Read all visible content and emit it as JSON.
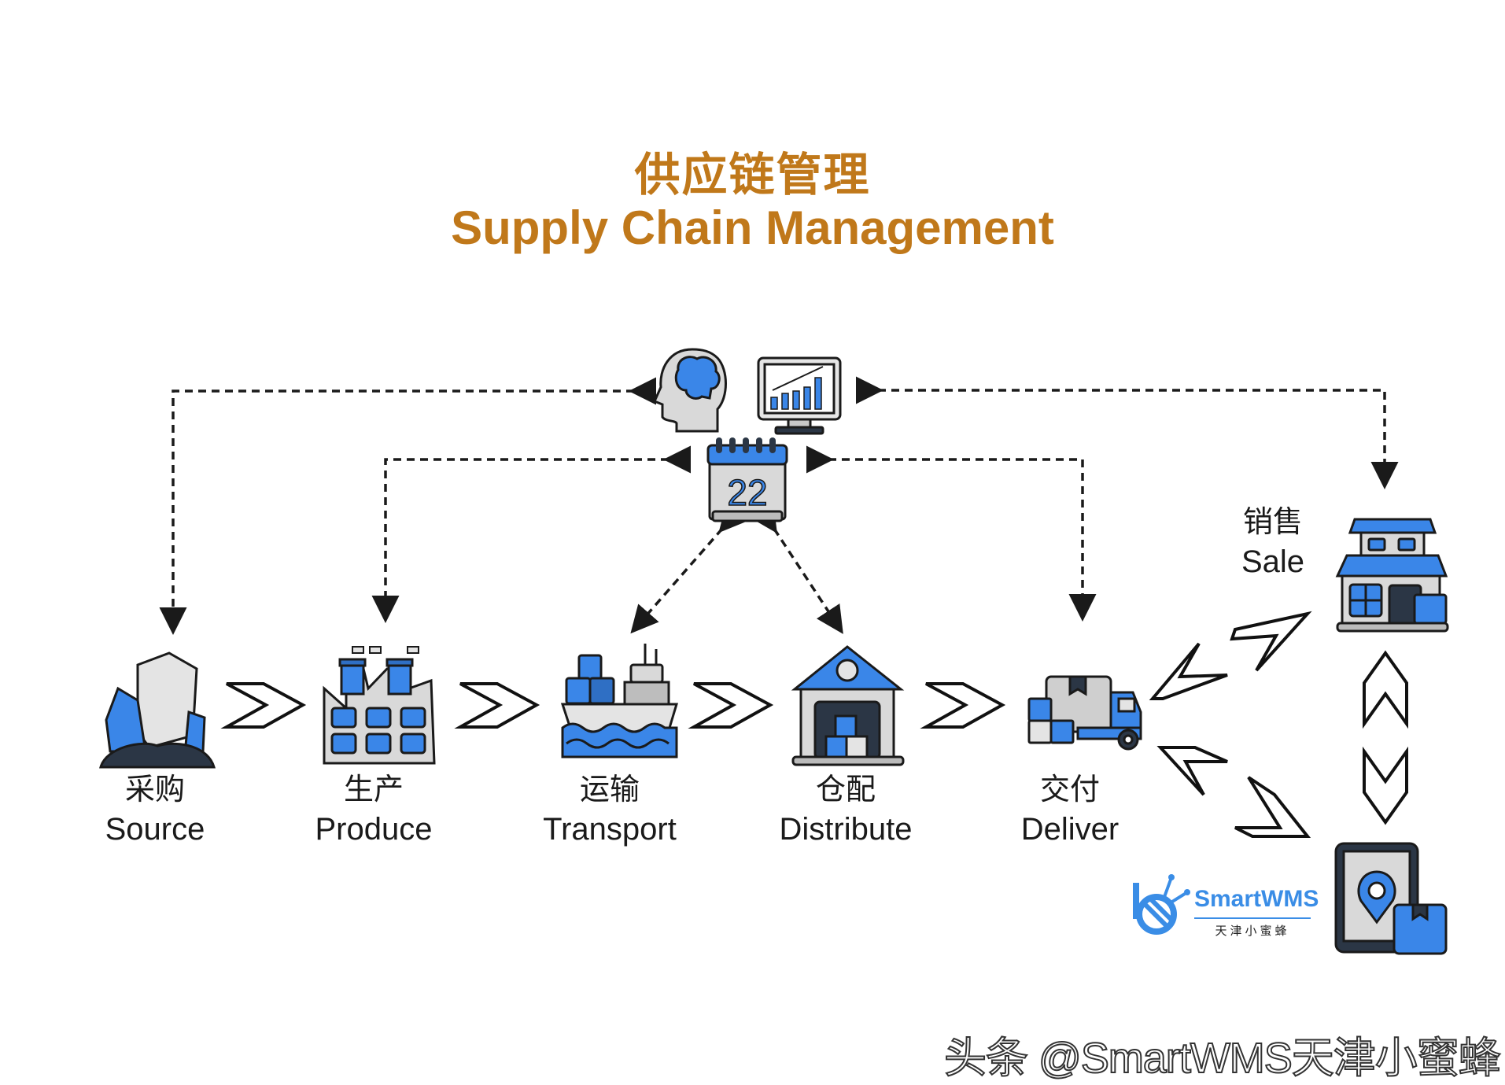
{
  "title": {
    "cn": "供应链管理",
    "en": "Supply Chain Management"
  },
  "colors": {
    "title": "#C0781A",
    "accent_blue": "#3A86E8",
    "dark": "#2B3645",
    "gray": "#D9D9D9"
  },
  "planning_icons": [
    {
      "name": "brain-head-icon",
      "meaning": "intelligence"
    },
    {
      "name": "monitor-chart-icon",
      "meaning": "analytics"
    },
    {
      "name": "calendar-icon",
      "day": "22"
    }
  ],
  "stages": [
    {
      "cn": "采购",
      "en": "Source",
      "icon": "crystal-icon"
    },
    {
      "cn": "生产",
      "en": "Produce",
      "icon": "factory-icon"
    },
    {
      "cn": "运输",
      "en": "Transport",
      "icon": "cargo-ship-icon"
    },
    {
      "cn": "仓配",
      "en": "Distribute",
      "icon": "warehouse-icon"
    },
    {
      "cn": "交付",
      "en": "Deliver",
      "icon": "delivery-truck-icon"
    }
  ],
  "sale": {
    "cn": "销售",
    "en": "Sale",
    "icons": [
      "store-icon",
      "tablet-location-icon"
    ]
  },
  "logo": {
    "name": "SmartWMS",
    "sub": "天津小蜜蜂"
  },
  "watermark": "头条 @SmartWMS天津小蜜蜂"
}
